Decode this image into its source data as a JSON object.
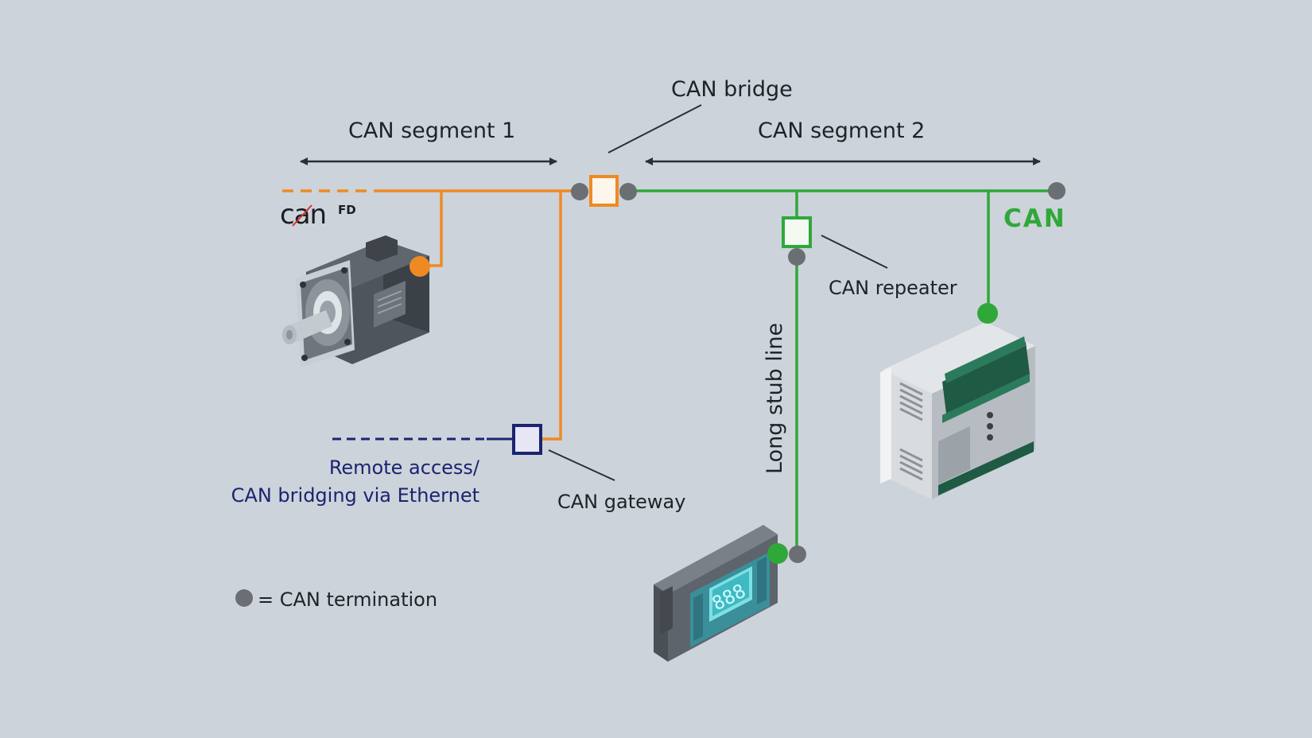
{
  "labels": {
    "can_bridge": "CAN bridge",
    "segment_1": "CAN segment 1",
    "segment_2": "CAN segment 2",
    "can_repeater": "CAN repeater",
    "can_gateway": "CAN gateway",
    "remote_access_line1": "Remote access/",
    "remote_access_line2": "CAN bridging via Ethernet",
    "long_stub_line": "Long stub line",
    "legend_termination": "= CAN termination"
  },
  "logos": {
    "canfd_text": "can",
    "canfd_superscript": "FD",
    "can_text": "CAN"
  },
  "devices": {
    "display_digits": "888"
  },
  "colors": {
    "background": "#cdd3da",
    "can_fd_bus": "#ef8a22",
    "can_bus": "#2fa83a",
    "ethernet": "#1a2470",
    "termination": "#6b6e72"
  }
}
